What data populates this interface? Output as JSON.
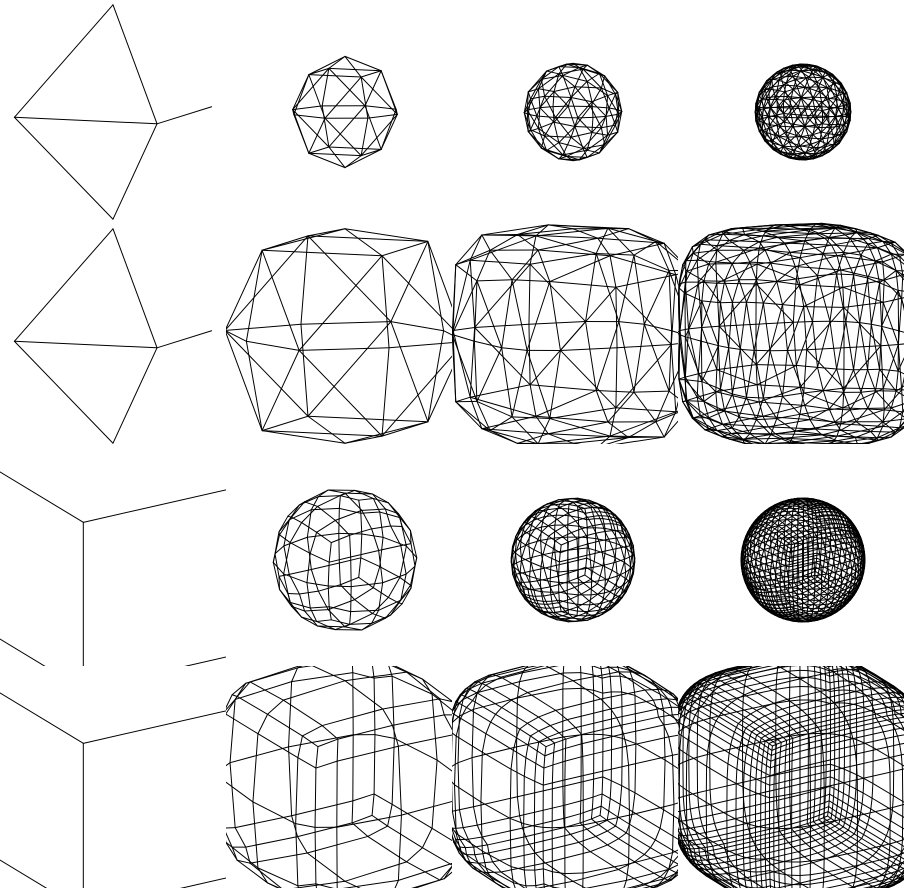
{
  "figure": {
    "rows": [
      {
        "cells": [
          {
            "kind": "octahedron",
            "level": 0,
            "deform": "sphere",
            "icon": "octahedron-wireframe-icon"
          },
          {
            "kind": "octahedron",
            "level": 1,
            "deform": "sphere",
            "icon": "subdivided-sphere-icon"
          },
          {
            "kind": "octahedron",
            "level": 2,
            "deform": "sphere",
            "icon": "subdivided-sphere-icon"
          },
          {
            "kind": "octahedron",
            "level": 3,
            "deform": "sphere",
            "icon": "subdivided-sphere-icon"
          }
        ]
      },
      {
        "cells": [
          {
            "kind": "octahedron",
            "level": 0,
            "deform": "superellipsoid",
            "icon": "octahedron-wireframe-icon"
          },
          {
            "kind": "octahedron",
            "level": 1,
            "deform": "superellipsoid",
            "icon": "subdivided-superellipsoid-icon"
          },
          {
            "kind": "octahedron",
            "level": 2,
            "deform": "superellipsoid",
            "icon": "subdivided-superellipsoid-icon"
          },
          {
            "kind": "octahedron",
            "level": 3,
            "deform": "superellipsoid",
            "icon": "subdivided-superellipsoid-icon"
          }
        ]
      },
      {
        "cells": [
          {
            "kind": "cube",
            "level": 0,
            "deform": "sphere",
            "icon": "cube-wireframe-icon"
          },
          {
            "kind": "cube",
            "level": 1,
            "deform": "sphere",
            "icon": "quad-sphere-icon"
          },
          {
            "kind": "cube",
            "level": 2,
            "deform": "sphere",
            "icon": "quad-sphere-icon"
          },
          {
            "kind": "cube",
            "level": 3,
            "deform": "sphere",
            "icon": "quad-sphere-icon"
          }
        ]
      },
      {
        "cells": [
          {
            "kind": "cube",
            "level": 0,
            "deform": "superellipsoid",
            "icon": "cube-wireframe-icon"
          },
          {
            "kind": "cube",
            "level": 1,
            "deform": "superellipsoid",
            "icon": "rounded-cube-icon"
          },
          {
            "kind": "cube",
            "level": 2,
            "deform": "superellipsoid",
            "icon": "rounded-cube-icon"
          },
          {
            "kind": "cube",
            "level": 3,
            "deform": "superellipsoid",
            "icon": "rounded-cube-icon"
          }
        ]
      }
    ]
  },
  "colors": {
    "background": "#ffffff",
    "line": "#000000"
  }
}
